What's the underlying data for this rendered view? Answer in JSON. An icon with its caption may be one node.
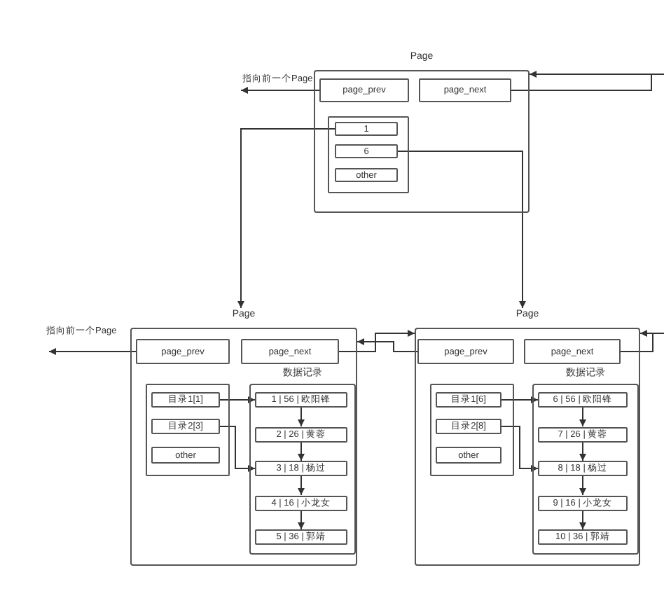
{
  "diagram": {
    "nodes": [
      {
        "text": [
          "Page"
        ]
      },
      {
        "text": [
          "page_prev"
        ],
        "in": 0
      },
      {
        "text": [
          "page_next"
        ],
        "in": 0
      },
      {
        "text": [],
        "shape": "box",
        "in": 0
      },
      {
        "text": [
          "1"
        ],
        "in": 3
      },
      {
        "text": [
          "6"
        ],
        "in": 3
      },
      {
        "text": [
          "other"
        ],
        "in": 3
      },
      {
        "text": [
          "Page"
        ]
      },
      {
        "text": [
          "page_prev"
        ],
        "in": 7
      },
      {
        "text": [
          "page_next"
        ],
        "in": 7
      },
      {
        "text": [],
        "shape": "box",
        "in": 7
      },
      {
        "text": [
          "目录1[1]"
        ],
        "in": 10
      },
      {
        "text": [
          "目录2[3]"
        ],
        "in": 10
      },
      {
        "text": [
          "other"
        ],
        "in": 10
      },
      {
        "text": [
          "数据记录"
        ],
        "in": 7
      },
      {
        "text": [
          "1 | 56 | 欧阳锋"
        ],
        "in": 14
      },
      {
        "text": [
          "2 | 26 | 黄蓉"
        ],
        "in": 14
      },
      {
        "text": [
          "3 | 18 | 杨过"
        ],
        "in": 14
      },
      {
        "text": [
          "4 | 16 | 小龙女"
        ],
        "in": 14
      },
      {
        "text": [
          "5 | 36 | 郭靖"
        ],
        "in": 14
      },
      {
        "text": [
          "Page"
        ]
      },
      {
        "text": [
          "page_prev"
        ],
        "in": 20
      },
      {
        "text": [
          "page_next"
        ],
        "in": 20
      },
      {
        "text": [],
        "shape": "box",
        "in": 20
      },
      {
        "text": [
          "目录1[6]"
        ],
        "in": 23
      },
      {
        "text": [
          "目录2[8]"
        ],
        "in": 23
      },
      {
        "text": [
          "other"
        ],
        "in": 23
      },
      {
        "text": [
          "数据记录"
        ],
        "in": 20
      },
      {
        "text": [
          "6 | 56 | 欧阳锋"
        ],
        "in": 27
      },
      {
        "text": [
          "7 | 26 | 黄蓉"
        ],
        "in": 27
      },
      {
        "text": [
          "8 | 18 | 杨过"
        ],
        "in": 27
      },
      {
        "text": [
          "9 | 16 | 小龙女"
        ],
        "in": 27
      },
      {
        "text": [
          "10 | 36 | 郭靖"
        ],
        "in": 27
      }
    ],
    "edges": [
      {
        "from": 1,
        "to": null,
        "arrow": "to",
        "label": "指向前一个Page"
      },
      {
        "from": 2,
        "to": null,
        "arrow": "none"
      },
      {
        "from": null,
        "to": 0,
        "arrow": "to"
      },
      {
        "from": 4,
        "to": 7,
        "arrow": "to"
      },
      {
        "from": 5,
        "to": 20,
        "arrow": "to"
      },
      {
        "from": 8,
        "to": null,
        "arrow": "to",
        "label": "指向前一个Page"
      },
      {
        "from": 9,
        "to": 20,
        "arrow": "to"
      },
      {
        "from": 21,
        "to": 7,
        "arrow": "to"
      },
      {
        "from": 22,
        "to": null,
        "arrow": "none"
      },
      {
        "from": null,
        "to": 20,
        "arrow": "to"
      },
      {
        "from": 11,
        "to": 15,
        "arrow": "to"
      },
      {
        "from": 12,
        "to": 17,
        "arrow": "to"
      },
      {
        "from": 15,
        "to": 16,
        "arrow": "to"
      },
      {
        "from": 16,
        "to": 17,
        "arrow": "to"
      },
      {
        "from": 17,
        "to": 18,
        "arrow": "to"
      },
      {
        "from": 18,
        "to": 19,
        "arrow": "to"
      },
      {
        "from": 24,
        "to": 28,
        "arrow": "to"
      },
      {
        "from": 25,
        "to": 30,
        "arrow": "to"
      },
      {
        "from": 28,
        "to": 29,
        "arrow": "to"
      },
      {
        "from": 29,
        "to": 30,
        "arrow": "to"
      },
      {
        "from": 30,
        "to": 31,
        "arrow": "to"
      },
      {
        "from": 31,
        "to": 32,
        "arrow": "to"
      }
    ]
  }
}
